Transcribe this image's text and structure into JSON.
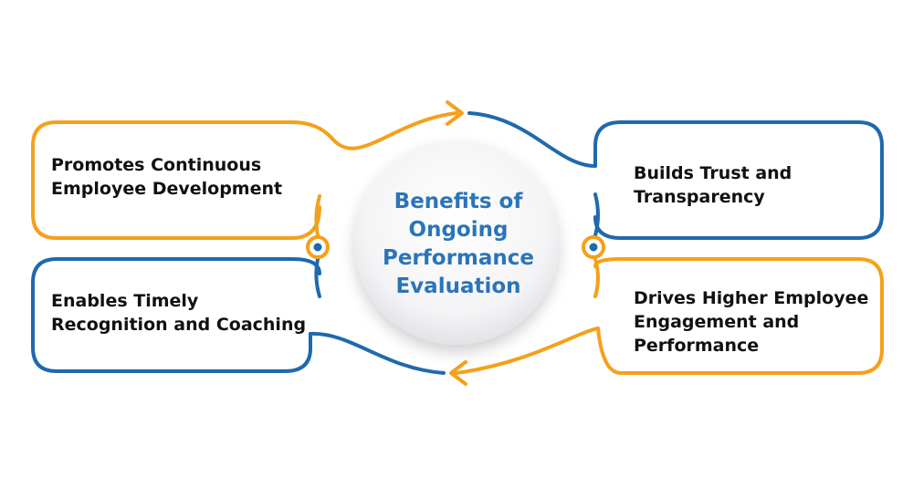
{
  "colors": {
    "orange": "#f5a01a",
    "blue": "#1f69ad",
    "title_blue": "#2b74b8",
    "text": "#111111"
  },
  "center": {
    "title_lines": [
      "Benefits of",
      "Ongoing",
      "Performance",
      "Evaluation"
    ]
  },
  "boxes": [
    {
      "id": "top-left",
      "color": "orange",
      "lines": [
        "Promotes Continuous",
        "Employee Development"
      ]
    },
    {
      "id": "bottom-left",
      "color": "blue",
      "lines": [
        "Enables Timely",
        "Recognition and Coaching"
      ]
    },
    {
      "id": "top-right",
      "color": "blue",
      "lines": [
        "Builds Trust and",
        "Transparency"
      ]
    },
    {
      "id": "bottom-right",
      "color": "orange",
      "lines": [
        "Drives Higher Employee",
        "Engagement and",
        "Performance"
      ]
    }
  ]
}
